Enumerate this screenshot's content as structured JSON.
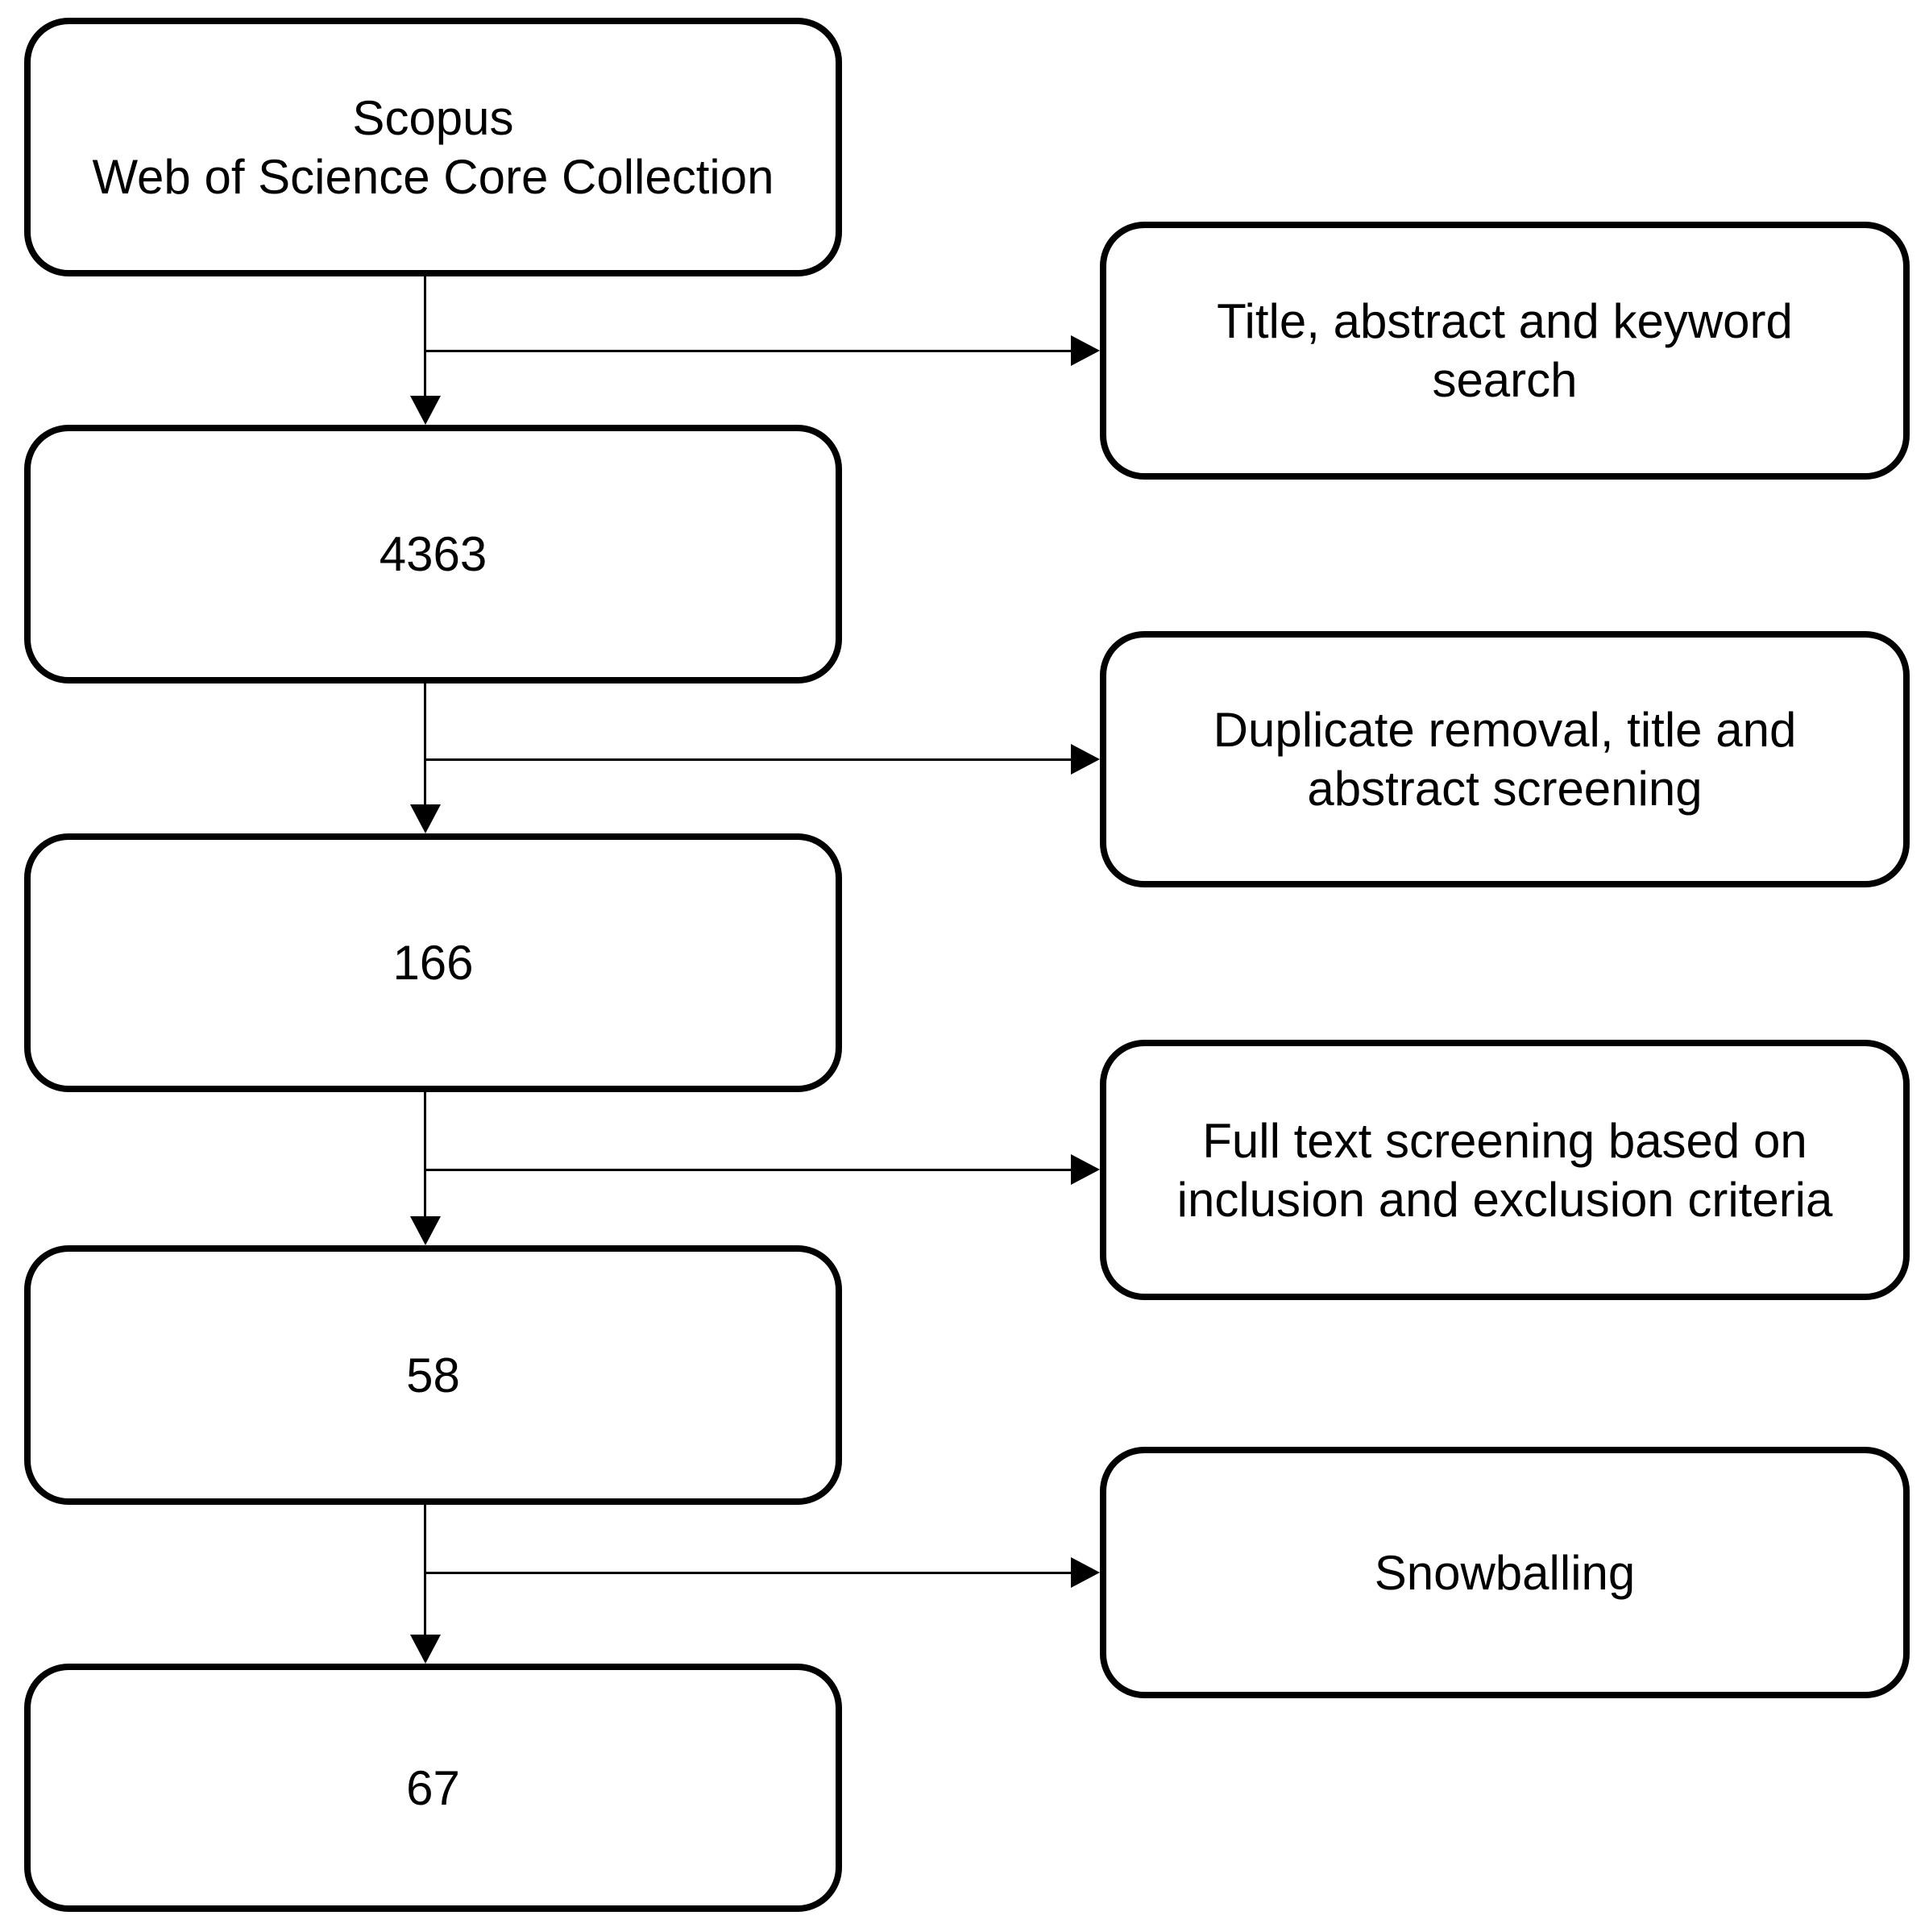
{
  "diagram": {
    "type": "flowchart",
    "colors": {
      "line": "#000000",
      "text": "#000000",
      "box_background": "#ffffff",
      "page_background": "#ffffff"
    },
    "left_boxes": [
      {
        "label": "Scopus\nWeb of Science Core Collection"
      },
      {
        "label": "4363"
      },
      {
        "label": "166"
      },
      {
        "label": "58"
      },
      {
        "label": "67"
      }
    ],
    "right_boxes": [
      {
        "label": "Title, abstract and keyword\nsearch"
      },
      {
        "label": "Duplicate removal, title and\nabstract screening"
      },
      {
        "label": "Full text screening based on\ninclusion and exclusion criteria"
      },
      {
        "label": "Snowballing"
      }
    ]
  }
}
